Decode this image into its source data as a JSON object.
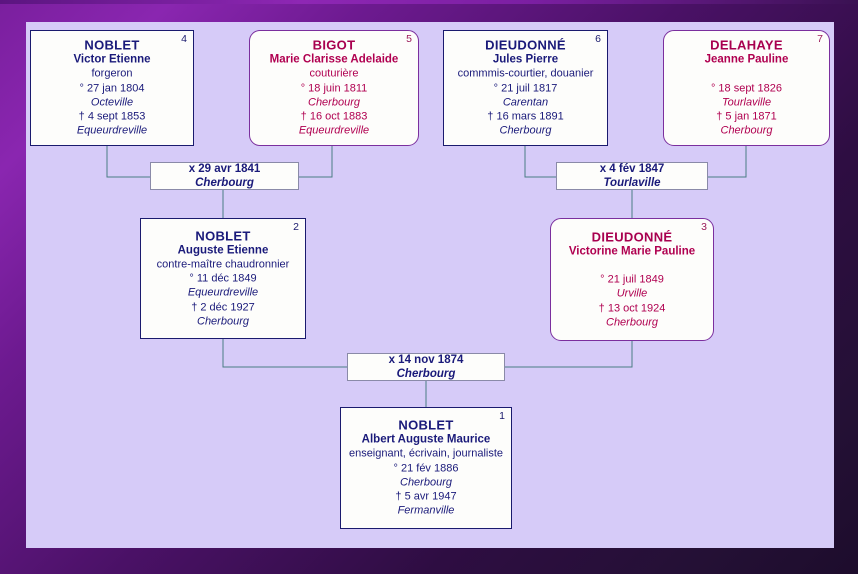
{
  "theme": {
    "frame_color": "#7b1fa2",
    "canvas_color": "#d6cbf8",
    "male_text": "#1a1a7a",
    "female_text": "#b00050",
    "wire_color": "#4a7d83",
    "union_border": "#8a8aa8"
  },
  "persons": [
    {
      "id": "4",
      "sex": "male",
      "surname": "NOBLET",
      "given": "Victor Etienne",
      "occupation": "forgeron",
      "birth_date": "° 27 jan 1804",
      "birth_place": "Octeville",
      "death_date": "† 4 sept 1853",
      "death_place": "Equeurdreville"
    },
    {
      "id": "5",
      "sex": "female",
      "surname": "BIGOT",
      "given": "Marie Clarisse  Adelaide",
      "occupation": "couturière",
      "birth_date": "° 18 juin 1811",
      "birth_place": "Cherbourg",
      "death_date": "† 16 oct 1883",
      "death_place": "Equeurdreville"
    },
    {
      "id": "6",
      "sex": "male",
      "surname": "DIEUDONNÉ",
      "given": "Jules Pierre",
      "occupation": "commmis-courtier, douanier",
      "birth_date": "° 21 juil 1817",
      "birth_place": "Carentan",
      "death_date": "† 16 mars 1891",
      "death_place": "Cherbourg"
    },
    {
      "id": "7",
      "sex": "female",
      "surname": "DELAHAYE",
      "given": "Jeanne Pauline",
      "occupation": "",
      "birth_date": "° 18 sept 1826",
      "birth_place": "Tourlaville",
      "death_date": "† 5 jan 1871",
      "death_place": "Cherbourg"
    },
    {
      "id": "2",
      "sex": "male",
      "surname": "NOBLET",
      "given": "Auguste Etienne",
      "occupation": "contre-maître chaudronnier",
      "birth_date": "° 11 déc 1849",
      "birth_place": "Equeurdreville",
      "death_date": "† 2 déc 1927",
      "death_place": "Cherbourg"
    },
    {
      "id": "3",
      "sex": "female",
      "surname": "DIEUDONNÉ",
      "given": "Victorine Marie Pauline",
      "occupation": "",
      "birth_date": "° 21 juil 1849",
      "birth_place": "Urville",
      "death_date": "† 13 oct 1924",
      "death_place": "Cherbourg"
    },
    {
      "id": "1",
      "sex": "male",
      "surname": "NOBLET",
      "given": "Albert Auguste Maurice",
      "occupation": "enseignant, écrivain, journaliste",
      "birth_date": "° 21 fév 1886",
      "birth_place": "Cherbourg",
      "death_date": "† 5 avr 1947",
      "death_place": "Fermanville"
    }
  ],
  "unions": [
    {
      "key": "u45",
      "date": "x 29 avr 1841",
      "place": "Cherbourg"
    },
    {
      "key": "u67",
      "date": "x 4 fév 1847",
      "place": "Tourlaville"
    },
    {
      "key": "u23",
      "date": "x 14 nov 1874",
      "place": "Cherbourg"
    }
  ]
}
